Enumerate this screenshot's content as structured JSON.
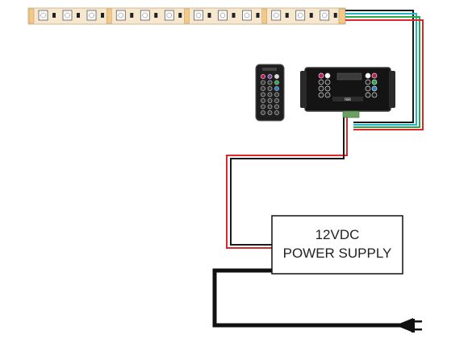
{
  "power_supply": {
    "line1": "12VDC",
    "line2": "POWER SUPPLY"
  },
  "controller": {
    "display_label": "",
    "connector_label": "RGB"
  },
  "wire_colors": {
    "black": "#1a1a1a",
    "red": "#e0262a",
    "green": "#2aa84a",
    "blue": "#2b7fc7",
    "cyan": "#23b5c8"
  },
  "strip": {
    "led_units": 4,
    "pad_color": "#f3c98a",
    "chip_color": "#ffffff"
  },
  "icons": [
    "led-strip-icon",
    "remote-control-icon",
    "rgb-controller-icon",
    "power-supply-box",
    "power-plug-icon"
  ]
}
